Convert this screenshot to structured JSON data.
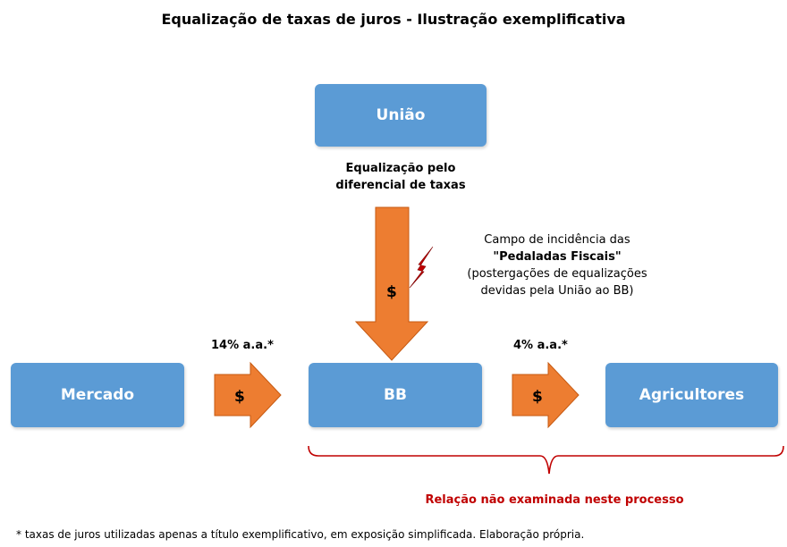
{
  "title": "Equalização de taxas de juros - Ilustração exemplificativa",
  "nodes": {
    "uniao": "União",
    "mercado": "Mercado",
    "bb": "BB",
    "agricultores": "Agricultores"
  },
  "equalizacao_label": [
    "Equalização pelo",
    "diferencial de taxas"
  ],
  "campo": {
    "line1": "Campo de incidência das",
    "line2": "\"Pedaladas Fiscais\"",
    "line3": "(postergações de equalizações",
    "line4": "devidas pela União ao BB)"
  },
  "rate_left": "14% a.a.*",
  "rate_right": "4% a.a.*",
  "currency_symbol": "$",
  "relacao_label": "Relação não examinada neste processo",
  "footnote": "* taxas de juros utilizadas apenas a título exemplificativo, em exposição simplificada. Elaboração própria.",
  "colors": {
    "box": "#5b9bd5",
    "arrow": "#ed7d31",
    "bracket": "#c00000",
    "lightning": "#c00000"
  }
}
